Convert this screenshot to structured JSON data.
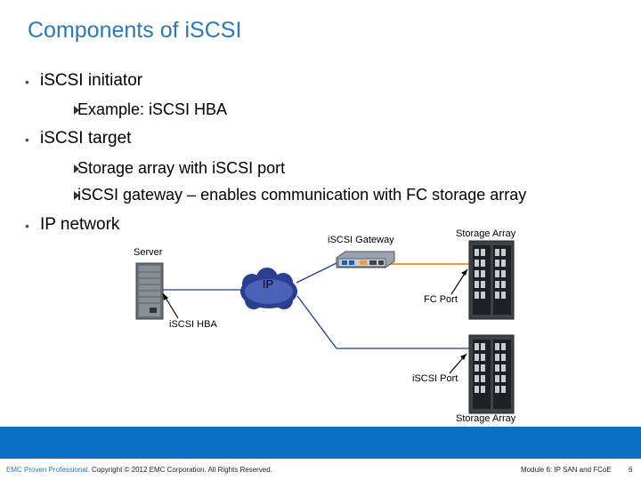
{
  "slide": {
    "title": "Components of iSCSI",
    "bullets": [
      {
        "text": "iSCSI initiator",
        "sub": [
          "Example: iSCSI HBA"
        ]
      },
      {
        "text": "iSCSI target",
        "sub": [
          "Storage array with iSCSI port",
          "iSCSI gateway – enables communication with FC storage array"
        ]
      },
      {
        "text": "IP network",
        "sub": []
      }
    ]
  },
  "diagram": {
    "server_label": "Server",
    "cloud_label": "IP",
    "gateway_label": "iSCSI Gateway",
    "storage_array_top_label": "Storage Array",
    "fc_port_label": "FC Port",
    "iscsi_hba_label": "iSCSI HBA",
    "iscsi_port_label": "iSCSI Port",
    "storage_array_bottom_label": "Storage Array"
  },
  "footer": {
    "brand": "EMC Proven Professional.",
    "copyright": " Copyright © 2012 EMC Corporation. All Rights Reserved.",
    "module": "Module 6: IP SAN and FCoE",
    "page_number": "6"
  },
  "colors": {
    "title": "#2e77b3",
    "footer_band": "#0a70c5",
    "fc_link": "#f0a030",
    "ip_link": "#1f3d8a"
  }
}
